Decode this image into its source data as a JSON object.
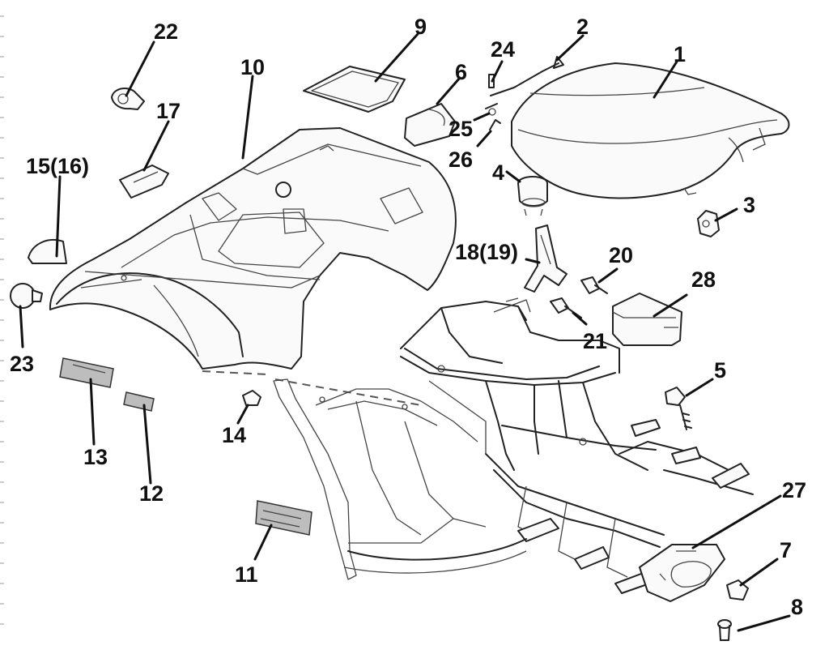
{
  "diagram": {
    "callouts": {
      "c1": "1",
      "c2": "2",
      "c3": "3",
      "c4": "4",
      "c5": "5",
      "c6": "6",
      "c7": "7",
      "c8": "8",
      "c9": "9",
      "c10": "10",
      "c11": "11",
      "c12": "12",
      "c13": "13",
      "c14": "14",
      "c15_16": "15(16)",
      "c17": "17",
      "c18_19": "18(19)",
      "c20": "20",
      "c21": "21",
      "c22": "22",
      "c23": "23",
      "c24": "24",
      "c25": "25",
      "c26": "26",
      "c27": "27",
      "c28": "28"
    }
  }
}
